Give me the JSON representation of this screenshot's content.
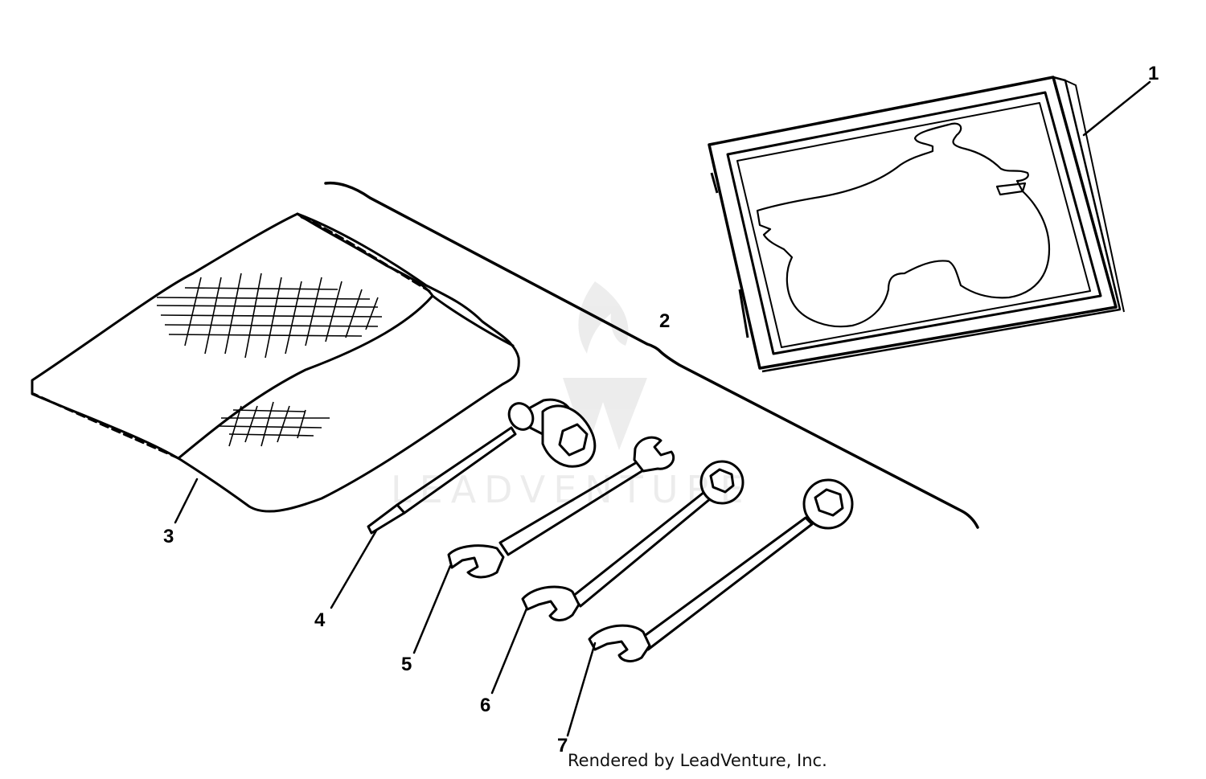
{
  "diagram": {
    "callouts": [
      {
        "label": "1"
      },
      {
        "label": "2"
      },
      {
        "label": "3"
      },
      {
        "label": "4"
      },
      {
        "label": "5"
      },
      {
        "label": "6"
      },
      {
        "label": "7"
      }
    ],
    "footer_credit": "Rendered by LeadVenture, Inc.",
    "watermark": "LEADVENTURE"
  }
}
